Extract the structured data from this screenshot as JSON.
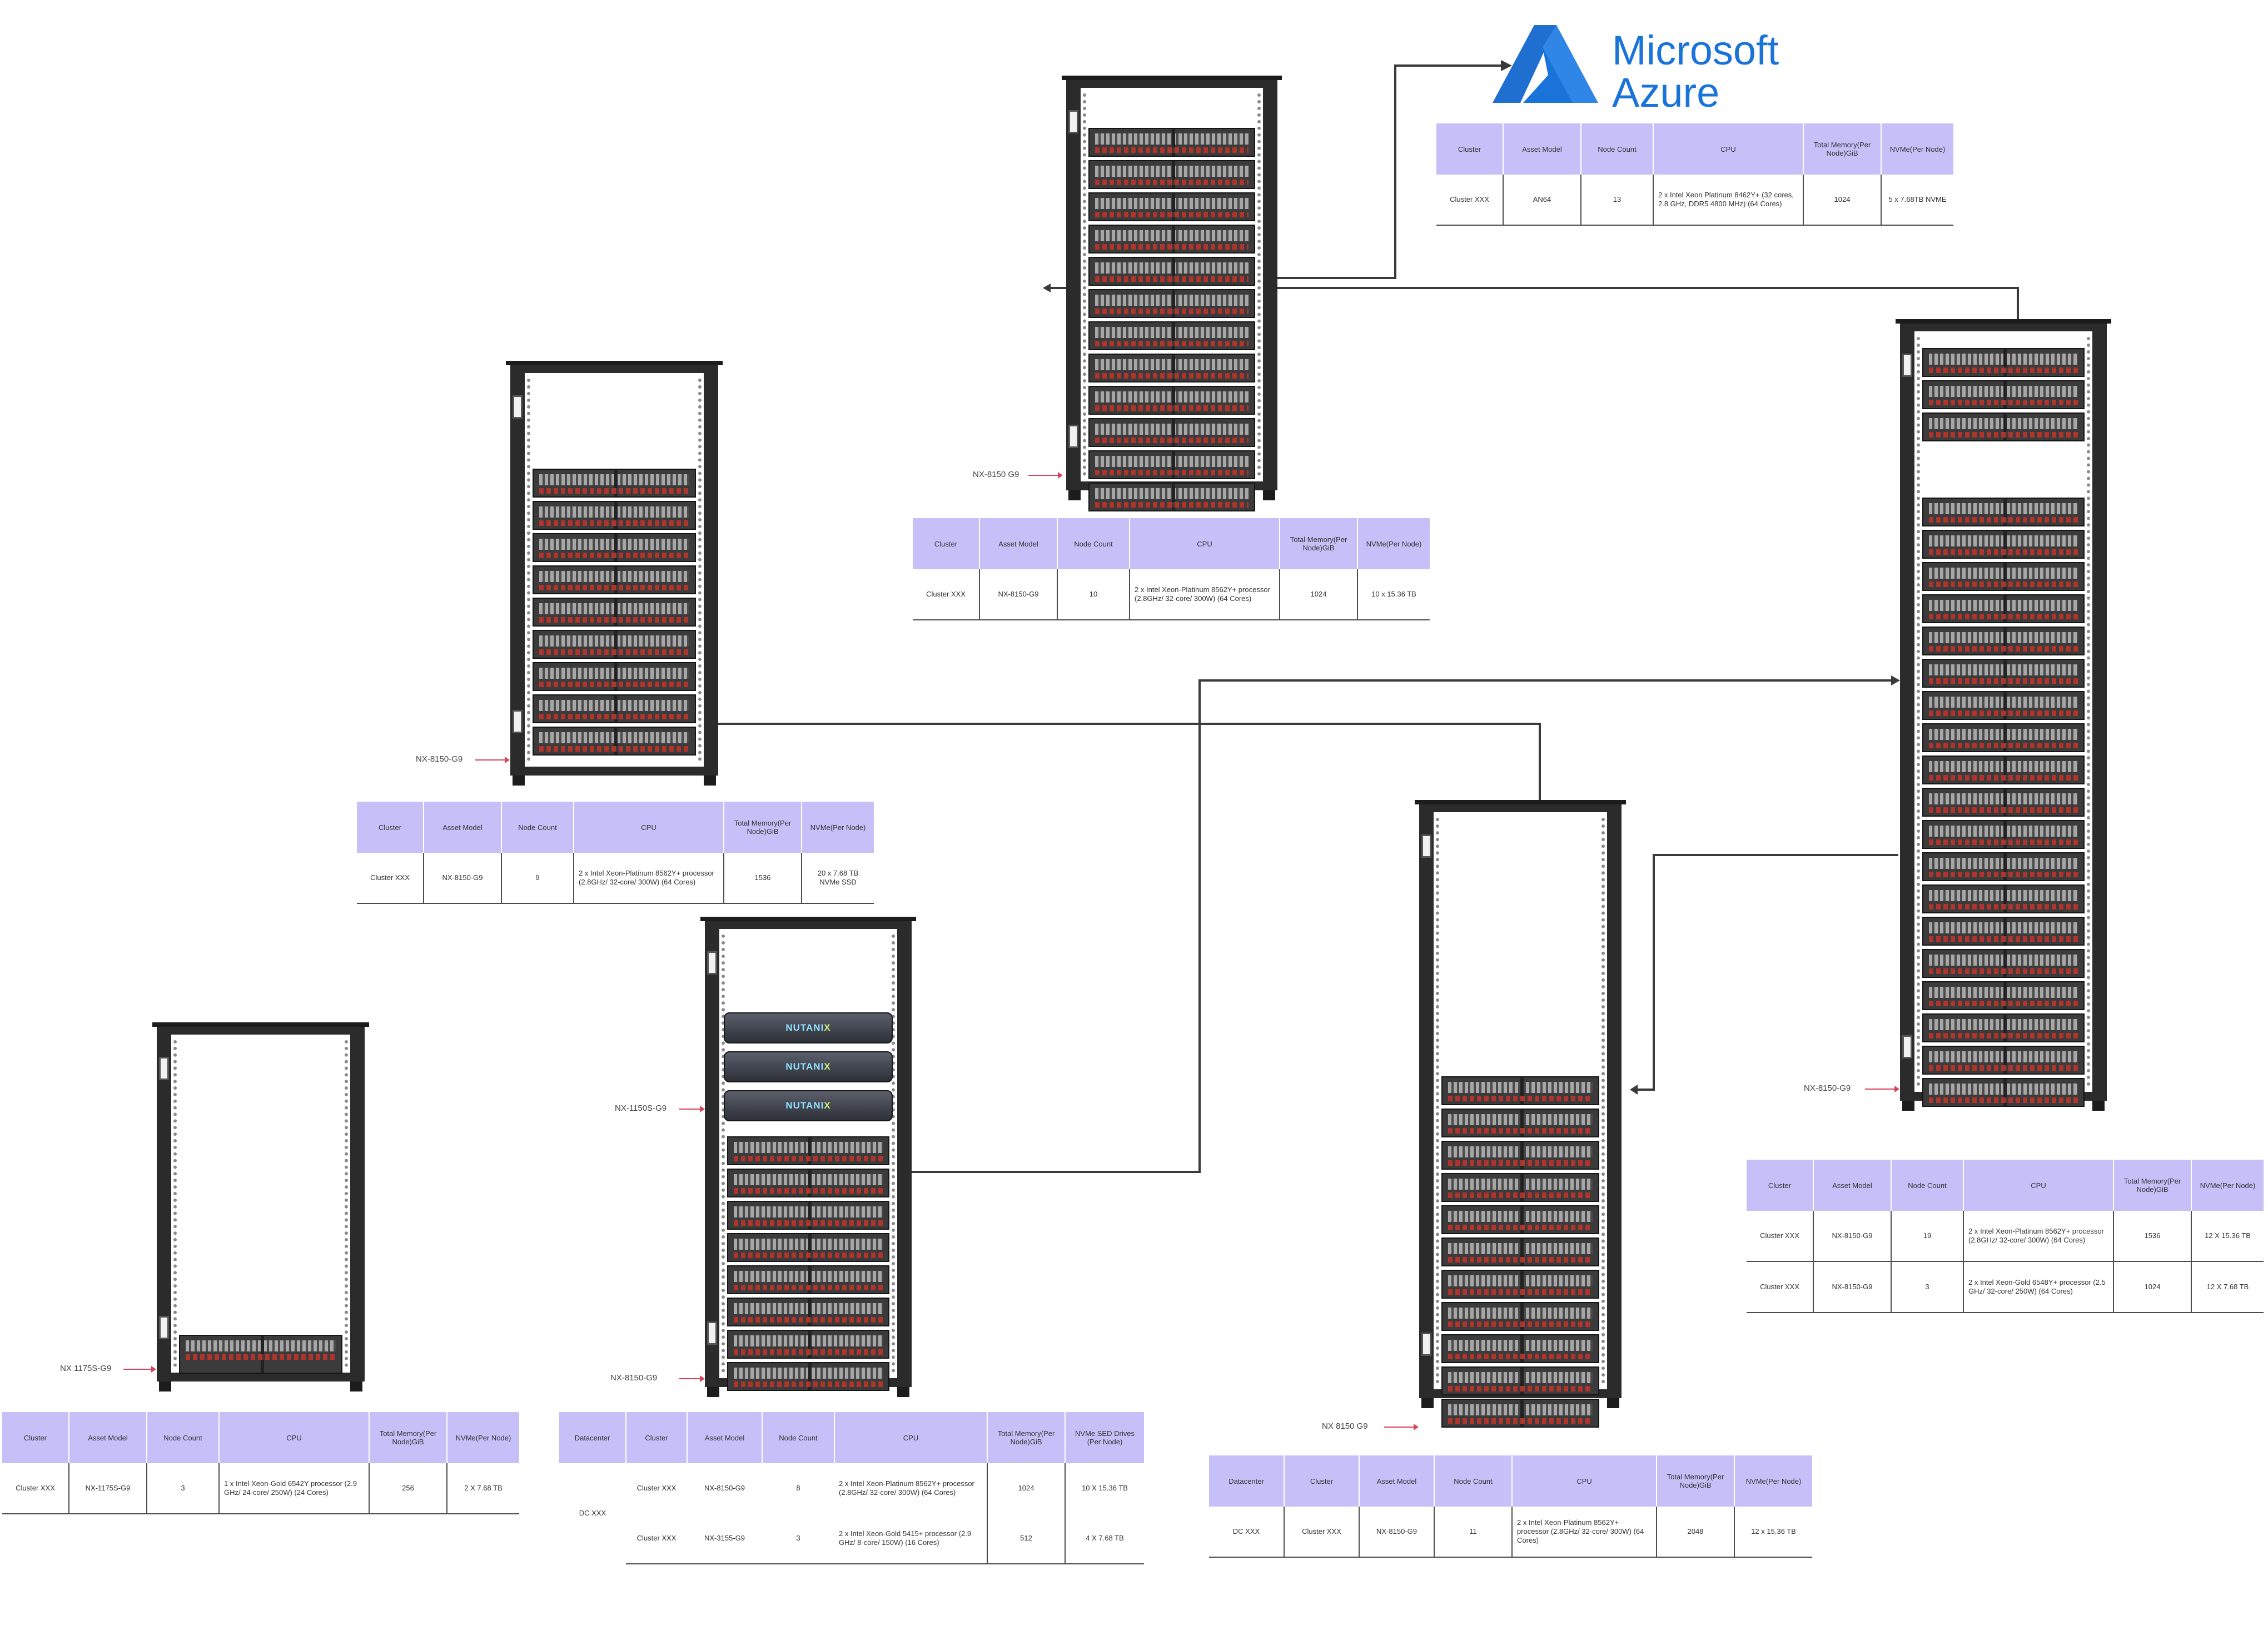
{
  "azure": {
    "brand_line1": "Microsoft",
    "brand_line2": "Azure",
    "brand_color": "#1a73d9"
  },
  "colors": {
    "table_header": "#c7bff8",
    "rack_frame": "#2b2b2b",
    "label_arrow": "#d6455b",
    "link": "#3a3a3a"
  },
  "racks": [
    {
      "id": "rack1",
      "label": "NX-8150-G9",
      "server_units": 9
    },
    {
      "id": "rack2",
      "label": "NX-8150 G9",
      "server_units": 12
    },
    {
      "id": "rack3",
      "label": "NX 1175S-G9",
      "server_units": 1
    },
    {
      "id": "rack4",
      "label_top": "NX-1150S-G9",
      "label_bottom": "NX-8150-G9",
      "nutanix_units": 3,
      "server_units": 8,
      "nutanix_logo": "NUTANIX"
    },
    {
      "id": "rack5",
      "label": "NX 8150 G9",
      "server_units": 11
    },
    {
      "id": "rack6",
      "label": "NX-8150-G9",
      "server_units": 22
    }
  ],
  "tables": {
    "t_rack2": {
      "headers": [
        "Cluster",
        "Asset Model",
        "Node Count",
        "CPU",
        "Total Memory(Per Node)GiB",
        "NVMe(Per Node)"
      ],
      "rows": [
        [
          "Cluster XXX",
          "NX-8150-G9",
          "10",
          "2 x Intel Xeon-Platinum 8562Y+ processor (2.8GHz/ 32-core/ 300W) (64 Cores)",
          "1024",
          "10 x 15.36 TB"
        ]
      ]
    },
    "t_azure": {
      "headers": [
        "Cluster",
        "Asset Model",
        "Node Count",
        "CPU",
        "Total Memory(Per Node)GiB",
        "NVMe(Per Node)"
      ],
      "rows": [
        [
          "Cluster XXX",
          "AN64",
          "13",
          "2 x Intel Xeon Platinum 8462Y+ (32 cores, 2.8 GHz, DDR5 4800 MHz) (64 Cores)",
          "1024",
          "5 x 7.68TB NVME"
        ]
      ]
    },
    "t_rack1": {
      "headers": [
        "Cluster",
        "Asset Model",
        "Node Count",
        "CPU",
        "Total Memory(Per Node)GiB",
        "NVMe(Per Node)"
      ],
      "rows": [
        [
          "Cluster XXX",
          "NX-8150-G9",
          "9",
          "2 x Intel Xeon-Platinum 8562Y+ processor (2.8GHz/ 32-core/ 300W) (64 Cores)",
          "1536",
          "20 x 7.68 TB NVMe SSD"
        ]
      ]
    },
    "t_rack3": {
      "headers": [
        "Cluster",
        "Asset Model",
        "Node Count",
        "CPU",
        "Total Memory(Per Node)GiB",
        "NVMe(Per Node)"
      ],
      "rows": [
        [
          "Cluster XXX",
          "NX-1175S-G9",
          "3",
          "1 x Intel Xeon-Gold 6542Y processor (2.9 GHz/ 24-core/ 250W) (24 Cores)",
          "256",
          "2 X 7.68 TB"
        ]
      ]
    },
    "t_rack4": {
      "headers": [
        "Datacenter",
        "Cluster",
        "Asset Model",
        "Node Count",
        "CPU",
        "Total Memory(Per Node)GiB",
        "NVMe SED Drives (Per Node)"
      ],
      "datacenter": "DC XXX",
      "rows": [
        [
          "Cluster XXX",
          "NX-8150-G9",
          "8",
          "2 x Intel Xeon-Platinum 8562Y+ processor (2.8GHz/ 32-core/ 300W) (64 Cores)",
          "1024",
          "10 X 15.36 TB"
        ],
        [
          "Cluster XXX",
          "NX-3155-G9",
          "3",
          "2 x Intel Xeon-Gold 5415+ processor (2.9 GHz/ 8-core/ 150W) (16 Cores)",
          "512",
          "4 X 7.68 TB"
        ]
      ]
    },
    "t_rack5": {
      "headers": [
        "Datacenter",
        "Cluster",
        "Asset Model",
        "Node Count",
        "CPU",
        "Total Memory(Per Node)GiB",
        "NVMe(Per Node)"
      ],
      "rows": [
        [
          "DC XXX",
          "Cluster XXX",
          "NX-8150-G9",
          "11",
          "2 x Intel Xeon-Platinum 8562Y+ processor (2.8GHz/ 32-core/ 300W) (64 Cores)",
          "2048",
          "12 x 15.36 TB"
        ]
      ]
    },
    "t_rack6": {
      "headers": [
        "Cluster",
        "Asset Model",
        "Node Count",
        "CPU",
        "Total Memory(Per Node)GiB",
        "NVMe(Per Node)"
      ],
      "rows": [
        [
          "Cluster XXX",
          "NX-8150-G9",
          "19",
          "2 x Intel Xeon-Platinum 8562Y+ processor (2.8GHz/ 32-core/ 300W) (64 Cores)",
          "1536",
          "12 X 15.36 TB"
        ],
        [
          "Cluster XXX",
          "NX-8150-G9",
          "3",
          "2 x Intel Xeon-Gold 6548Y+ processor (2.5 GHz/ 32-core/ 250W) (64 Cores)",
          "1024",
          "12 X 7.68 TB"
        ]
      ]
    }
  }
}
